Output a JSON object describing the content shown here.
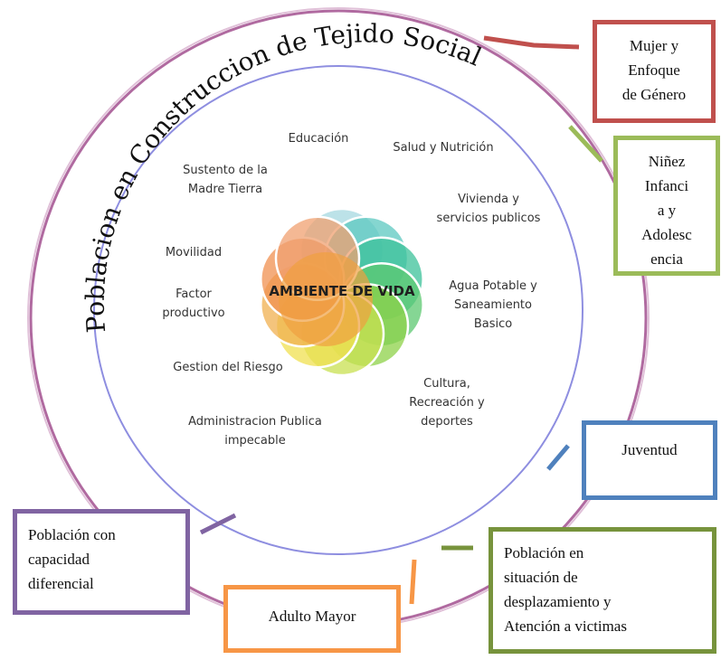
{
  "outer_title": "Poblacion en Construccion de Tejido Social",
  "center_label": "AMBIENTE DE VIDA",
  "inner_labels": [
    {
      "lines": [
        "Educación"
      ]
    },
    {
      "lines": [
        "Salud y Nutrición"
      ]
    },
    {
      "lines": [
        "Vivienda y",
        "servicios publicos"
      ]
    },
    {
      "lines": [
        "Agua Potable y",
        "Saneamiento",
        "Basico"
      ]
    },
    {
      "lines": [
        "Cultura,",
        "Recreación y",
        "deportes"
      ]
    },
    {
      "lines": [
        "Administracion Publica",
        "impecable"
      ]
    },
    {
      "lines": [
        "Gestion del Riesgo"
      ]
    },
    {
      "lines": [
        "Factor",
        "productivo"
      ]
    },
    {
      "lines": [
        "Movilidad"
      ]
    },
    {
      "lines": [
        "Sustento de la",
        "Madre Tierra"
      ]
    }
  ],
  "boxes": [
    {
      "id": "mujer",
      "lines": [
        "Mujer y",
        "Enfoque",
        "de Género"
      ],
      "color": "#c0504d"
    },
    {
      "id": "ninez",
      "lines": [
        "Niñez",
        "Infanci",
        "a y",
        "Adolesc",
        "encia"
      ],
      "color": "#9bbb59"
    },
    {
      "id": "juventud",
      "lines": [
        "Juventud"
      ],
      "color": "#4f81bd"
    },
    {
      "id": "desplazamiento",
      "lines": [
        "Población en",
        "situación de",
        "desplazamiento y",
        "Atención a victimas"
      ],
      "color": "#77933c"
    },
    {
      "id": "adulto",
      "lines": [
        "Adulto Mayor"
      ],
      "color": "#f79646"
    },
    {
      "id": "discapacidad",
      "lines": [
        "Población con",
        "capacidad",
        "diferencial"
      ],
      "color": "#8064a2"
    }
  ],
  "colors": {
    "outer_ring": "#b06aa0",
    "inner_ring": "#8e8ee0",
    "petals": [
      "#a6d8e0",
      "#5cc8c0",
      "#3cc29a",
      "#5cc870",
      "#8ed248",
      "#c8e050",
      "#f0e050",
      "#f0b050",
      "#f09050",
      "#f0a070"
    ]
  }
}
